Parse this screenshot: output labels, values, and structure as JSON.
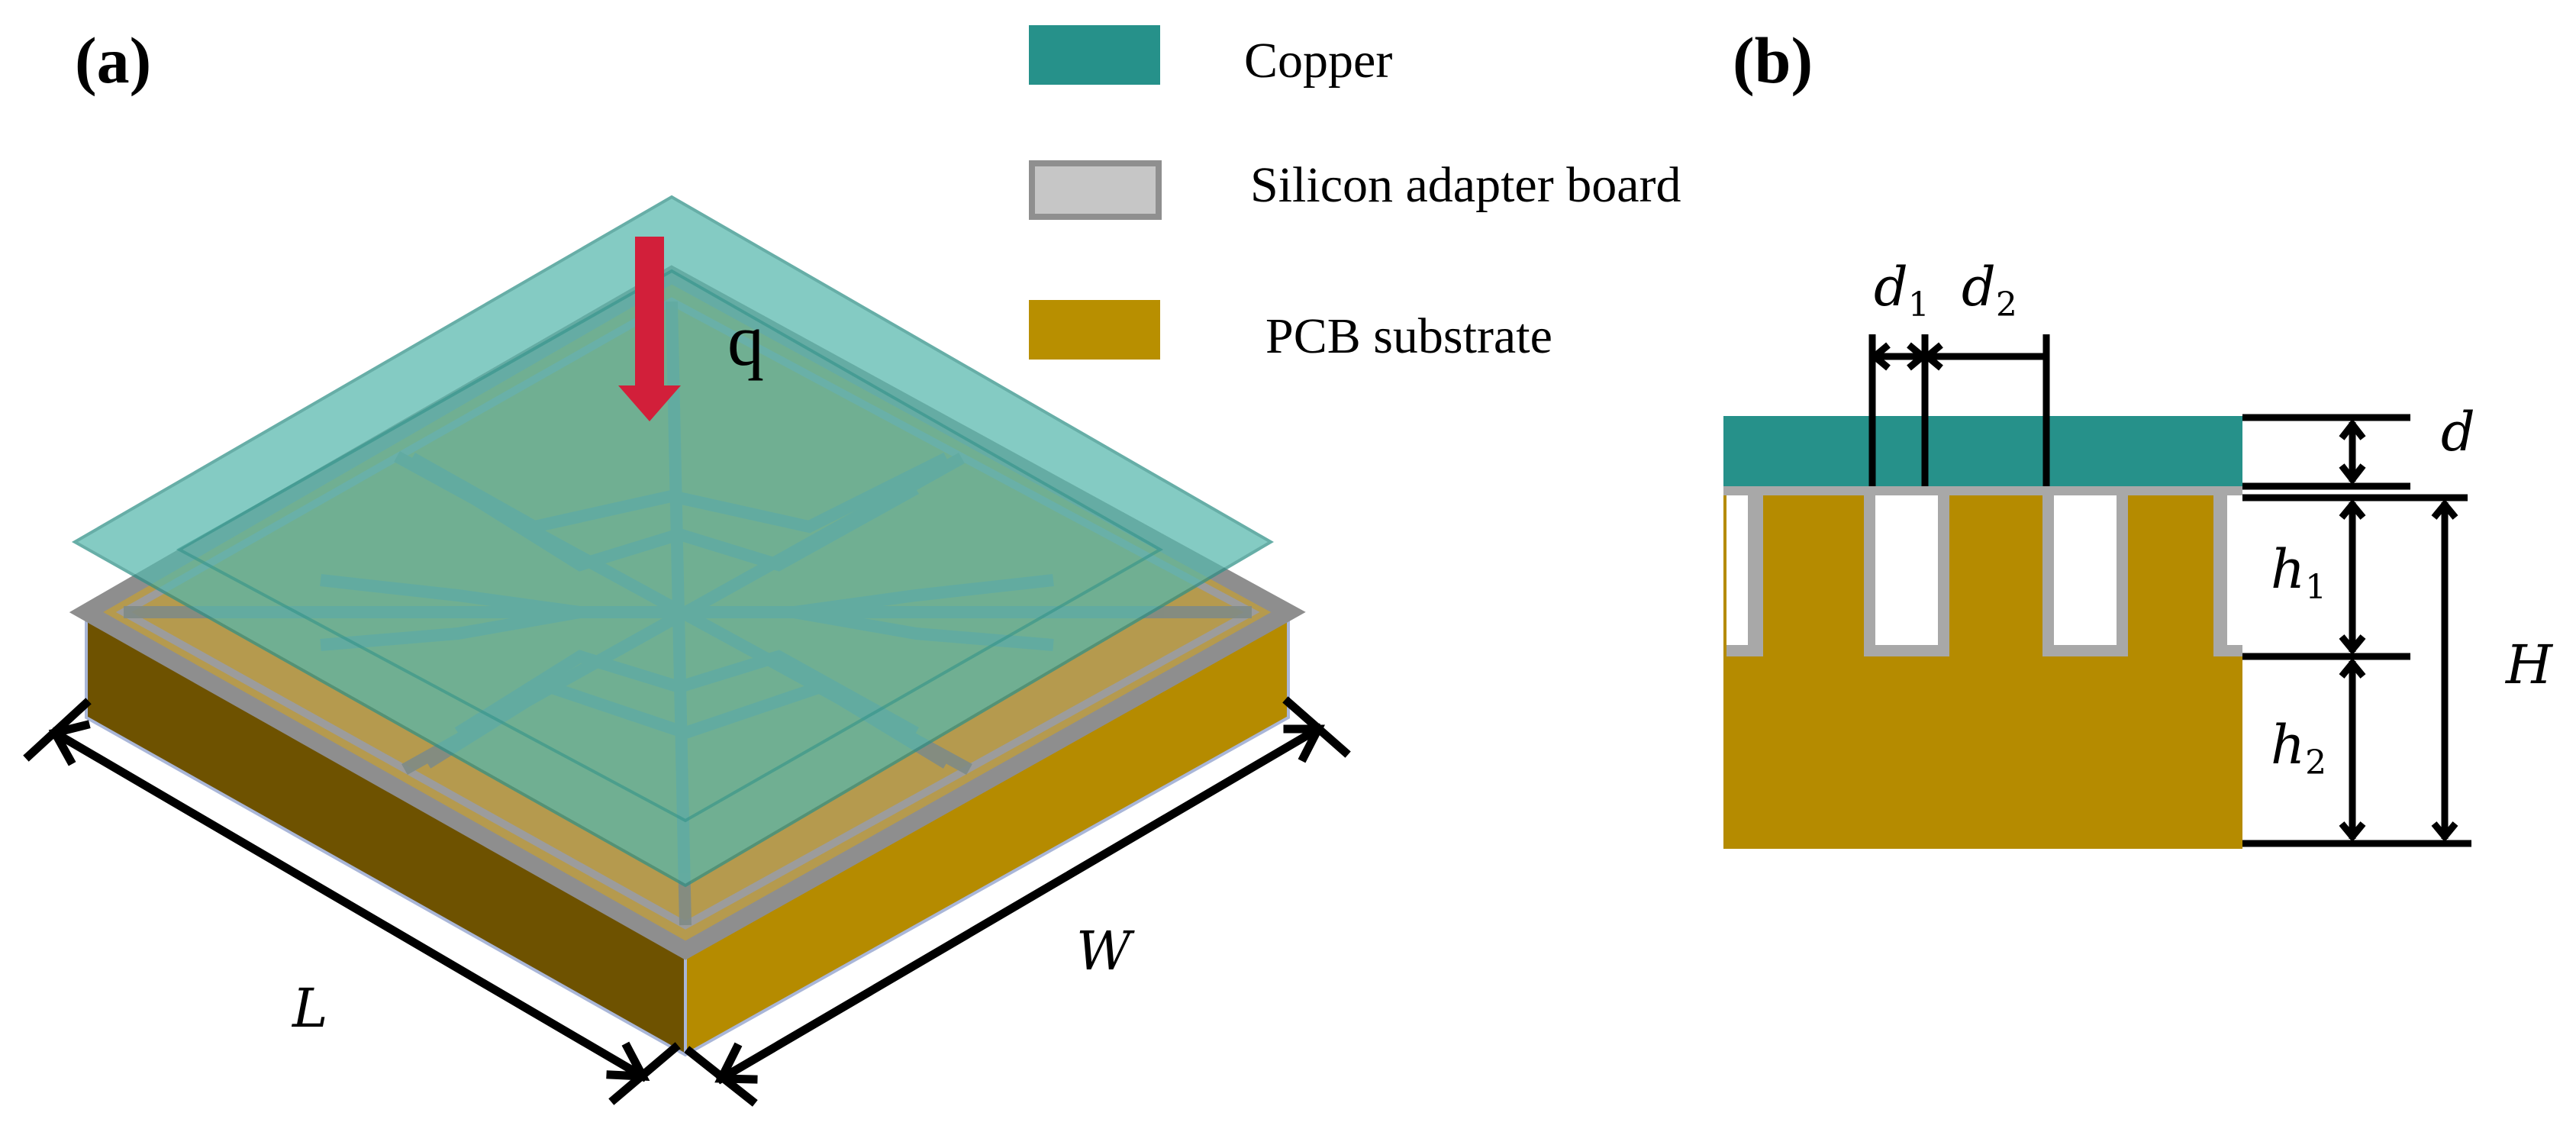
{
  "panels": {
    "a": "(a)",
    "b": "(b)"
  },
  "legend": [
    {
      "label": "Copper",
      "color": "#26918a"
    },
    {
      "label": "Silicon adapter board",
      "color": "#c6c6c6"
    },
    {
      "label": "PCB substrate",
      "color": "#b88f00"
    }
  ],
  "labels_a": {
    "q": "q",
    "L": "L",
    "W": "W"
  },
  "labels_b": {
    "d1": {
      "main": "d",
      "sub": "1"
    },
    "d2": {
      "main": "d",
      "sub": "2"
    },
    "d": "d",
    "h1": {
      "main": "h",
      "sub": "1"
    },
    "h2": {
      "main": "h",
      "sub": "2"
    },
    "H": "H"
  },
  "colors": {
    "copper": "#26918a",
    "copper_plate": "#56b8ad",
    "silicon": "#a8a8a8",
    "pcb_top": "#b59a4e",
    "pcb_front_left": "#6e5200",
    "pcb_front_right": "#b58b00",
    "arrow": "#d21f3a"
  }
}
